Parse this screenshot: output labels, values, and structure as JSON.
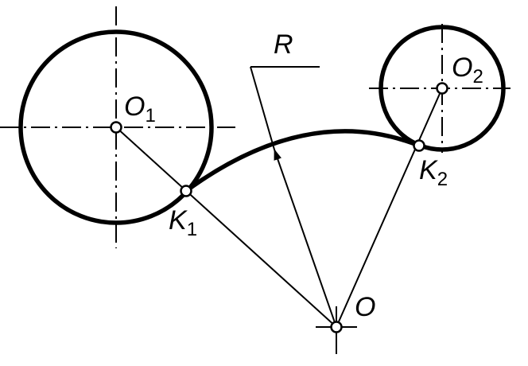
{
  "labels": {
    "O1": {
      "main": "O",
      "sub": "1"
    },
    "O2": {
      "main": "O",
      "sub": "2"
    },
    "K1": {
      "main": "K",
      "sub": "1"
    },
    "K2": {
      "main": "K",
      "sub": "2"
    },
    "O": {
      "main": "O"
    },
    "R": {
      "main": "R"
    }
  }
}
